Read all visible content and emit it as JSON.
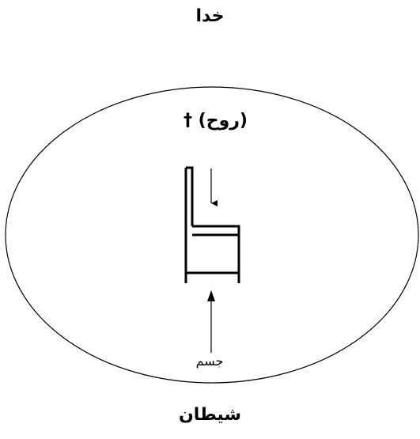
{
  "labels": {
    "god": "خدا",
    "spirit": "(روح) †",
    "body": "جسم",
    "satan": "شیطان"
  }
}
